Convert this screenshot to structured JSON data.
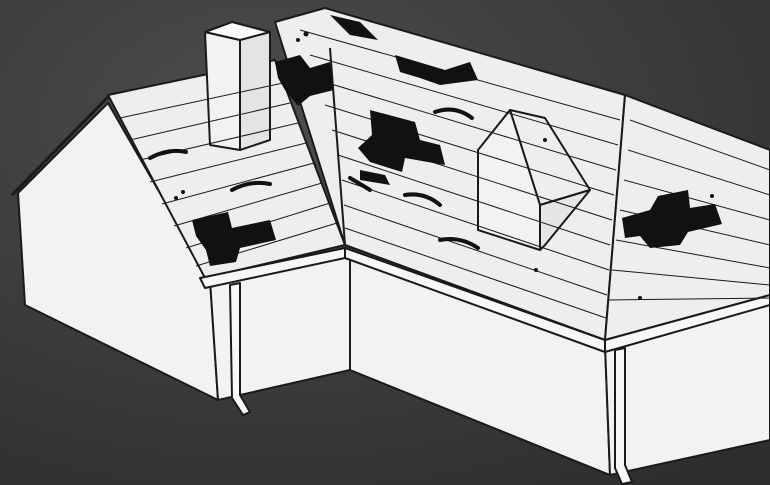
{
  "illustration": {
    "subject": "house-roof-damage",
    "palette": {
      "background": "#3a3a3a",
      "background_light": "#4a4a4a",
      "wall": "#f2f2f2",
      "roof": "#eeeeee",
      "outline": "#1a1a1a",
      "damage": "#111111"
    },
    "elements": [
      "left-gable-wall",
      "front-wall-left",
      "front-wall-right",
      "left-roof-plane",
      "main-roof-plane",
      "right-hip-roof",
      "chimney",
      "dormer",
      "gutters",
      "downspouts"
    ],
    "damage_types": [
      "missing-shingles",
      "curled-shingles",
      "hail-marks"
    ],
    "damage_counts": {
      "missing_patches": 7,
      "curled_shingles": 6,
      "hail_marks": 8
    }
  }
}
